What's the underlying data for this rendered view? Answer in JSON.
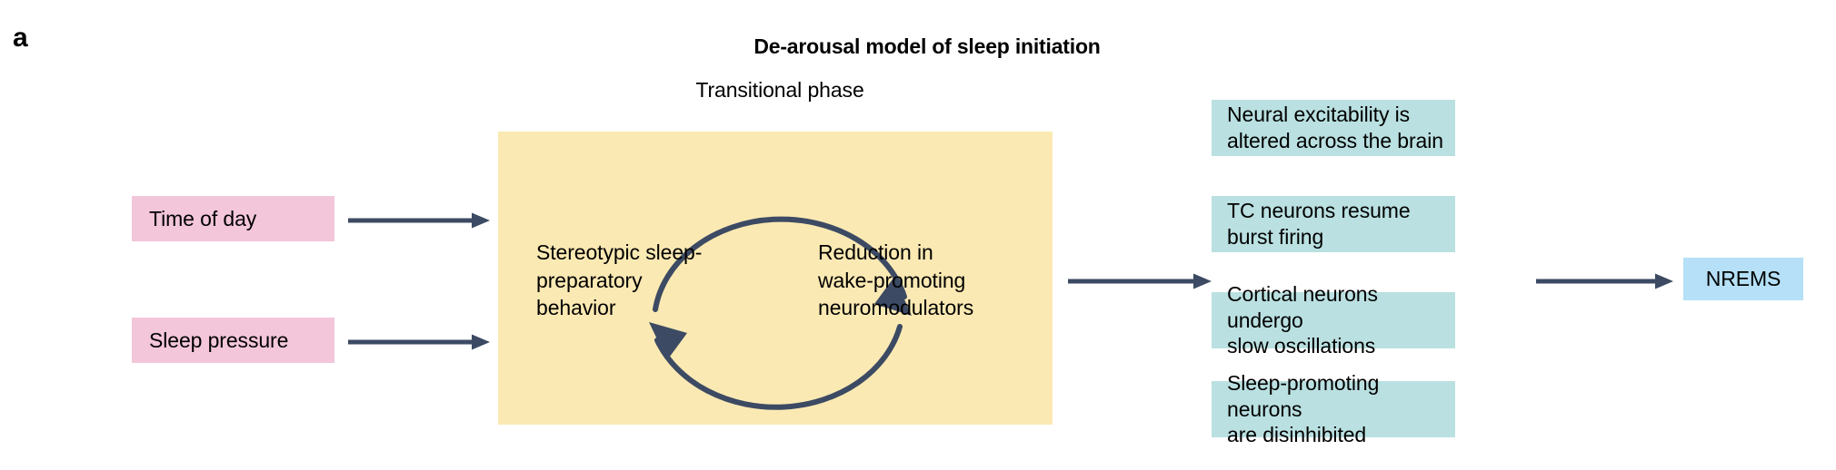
{
  "figure": {
    "panel_label": "a",
    "title": "De-arousal model of sleep initiation",
    "colors": {
      "pink": "#f3c6da",
      "yellow": "#fbe9b3",
      "teal": "#bae0e1",
      "blue": "#b5e0f7",
      "arrow": "#3c4a63",
      "text": "#000000",
      "background": "#ffffff"
    }
  },
  "inputs": [
    {
      "label": "Time of day"
    },
    {
      "label": "Sleep pressure"
    }
  ],
  "transitional": {
    "caption": "Transitional phase",
    "left_node": "Stereotypic sleep-preparatory behavior",
    "left_node_lines": [
      "Stereotypic sleep-",
      "preparatory",
      "behavior"
    ],
    "right_node": "Reduction in wake-promoting neuromodulators",
    "right_node_lines": [
      "Reduction in",
      "wake-promoting",
      "neuromodulators"
    ]
  },
  "outcomes": [
    {
      "label": "Neural excitability is altered across the brain",
      "lines": [
        "Neural excitability is",
        "altered across the brain"
      ]
    },
    {
      "label": "TC neurons resume burst firing",
      "lines": [
        "TC neurons resume",
        "burst firing"
      ]
    },
    {
      "label": "Cortical neurons undergo slow oscillations",
      "lines": [
        "Cortical neurons undergo",
        "slow oscillations"
      ]
    },
    {
      "label": "Sleep-promoting neurons are disinhibited",
      "lines": [
        "Sleep-promoting neurons",
        "are disinhibited"
      ]
    }
  ],
  "result": {
    "label": "NREMS"
  },
  "arrows": {
    "time_of_day_to_cycle": "arrow-right",
    "sleep_pressure_to_cycle": "arrow-right",
    "cycle_to_outcomes": "arrow-right",
    "outcomes_to_nrems": "arrow-right",
    "cycle_forward": "curved-arrow-clockwise-top",
    "cycle_back": "curved-arrow-clockwise-bottom"
  }
}
